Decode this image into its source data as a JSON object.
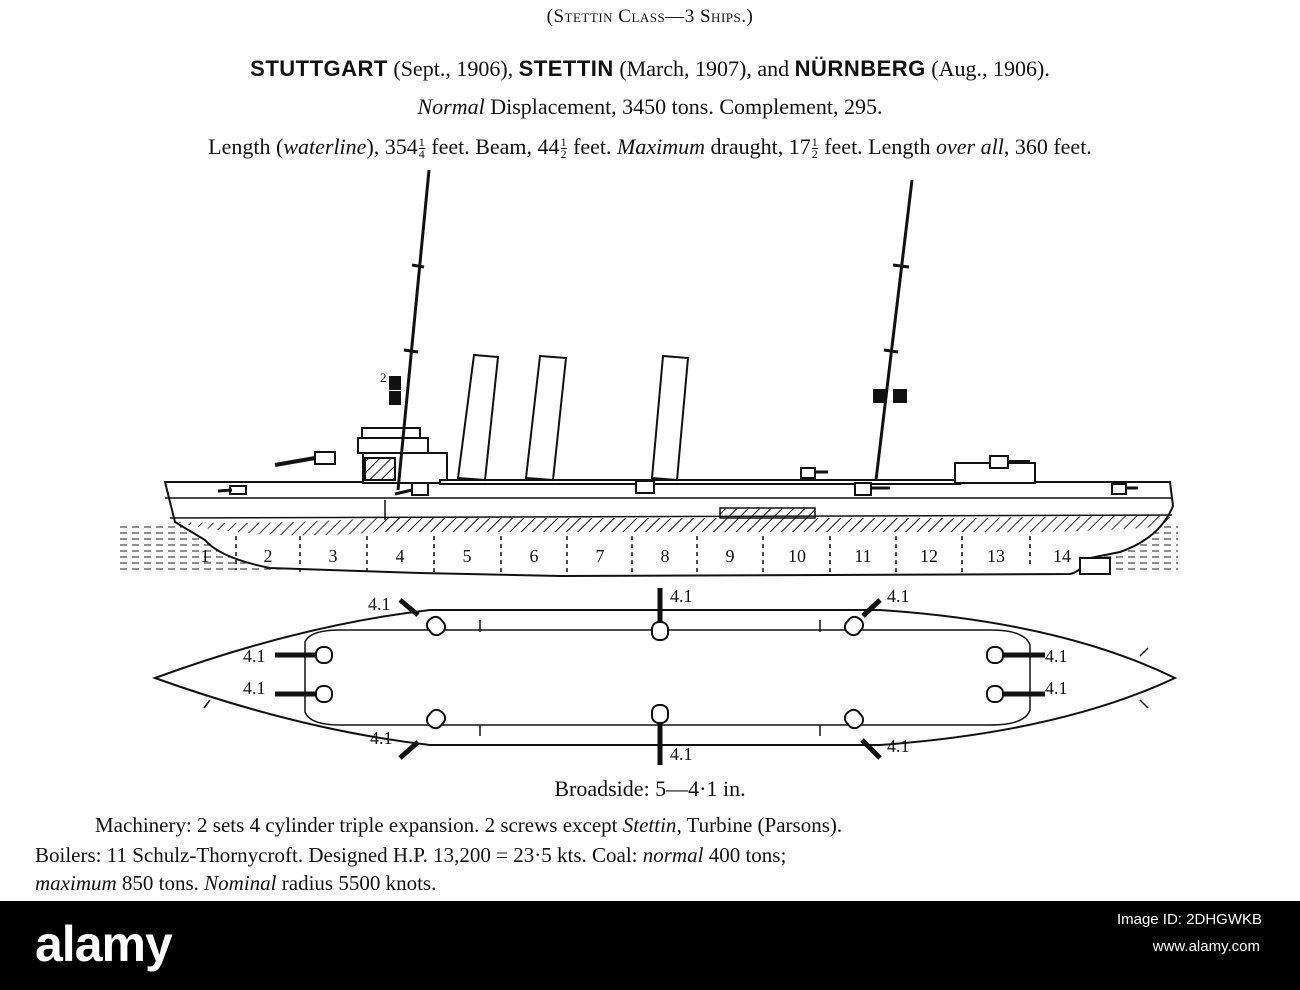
{
  "header": {
    "class_line": "(Stettin Class—3 Ships.)",
    "ship1": "STUTTGART",
    "ship1_date": "(Sept., 1906),",
    "ship2": "STETTIN",
    "ship2_date": "(March, 1907), and",
    "ship3": "NÜRNBERG",
    "ship3_date": "(Aug., 1906).",
    "disp_italic": "Normal",
    "disp_rest": "Displacement, 3450 tons.   Complement, 295.",
    "len_a": "Length (",
    "len_b": "waterline",
    "len_c": "), 354",
    "frac_num_1": "1",
    "frac_den_1": "4",
    "len_d": " feet.   Beam, 44",
    "frac_num_2": "1",
    "frac_den_2": "2",
    "len_e": " feet.   ",
    "len_f": "Maximum",
    "len_g": " draught, 17",
    "frac_num_3": "1",
    "frac_den_3": "2",
    "len_h": " feet.   Length ",
    "len_i": "over all",
    "len_j": ", 360 feet."
  },
  "diagram": {
    "compartments": [
      "1",
      "2",
      "3",
      "4",
      "5",
      "6",
      "7",
      "8",
      "9",
      "10",
      "11",
      "12",
      "13",
      "14"
    ],
    "gun_label": "4.1",
    "searchlight_label": "2"
  },
  "broadside": "Broadside:  5—4·1 in.",
  "machinery": {
    "a": "Machinery:  2 sets 4 cylinder triple expansion.  2 screws except ",
    "b": "Stettin",
    "c": ", Turbine (Parsons)."
  },
  "boilers": {
    "a": "Boilers:  11 Schulz-Thornycroft.   Designed H.P. 13,200 = 23·5 kts.   Coal:  ",
    "b": "normal",
    "c": " 400 tons;"
  },
  "coal": {
    "a": "maximum",
    "b": " 850 tons.  ",
    "c": "Nominal",
    "d": " radius 5500 knots."
  },
  "footer": {
    "logo": "alamy",
    "image_id": "Image ID: 2DHGWKB",
    "site": "www.alamy.com"
  },
  "colors": {
    "ink": "#111111",
    "paper": "#ffffff",
    "footer": "#000000"
  }
}
